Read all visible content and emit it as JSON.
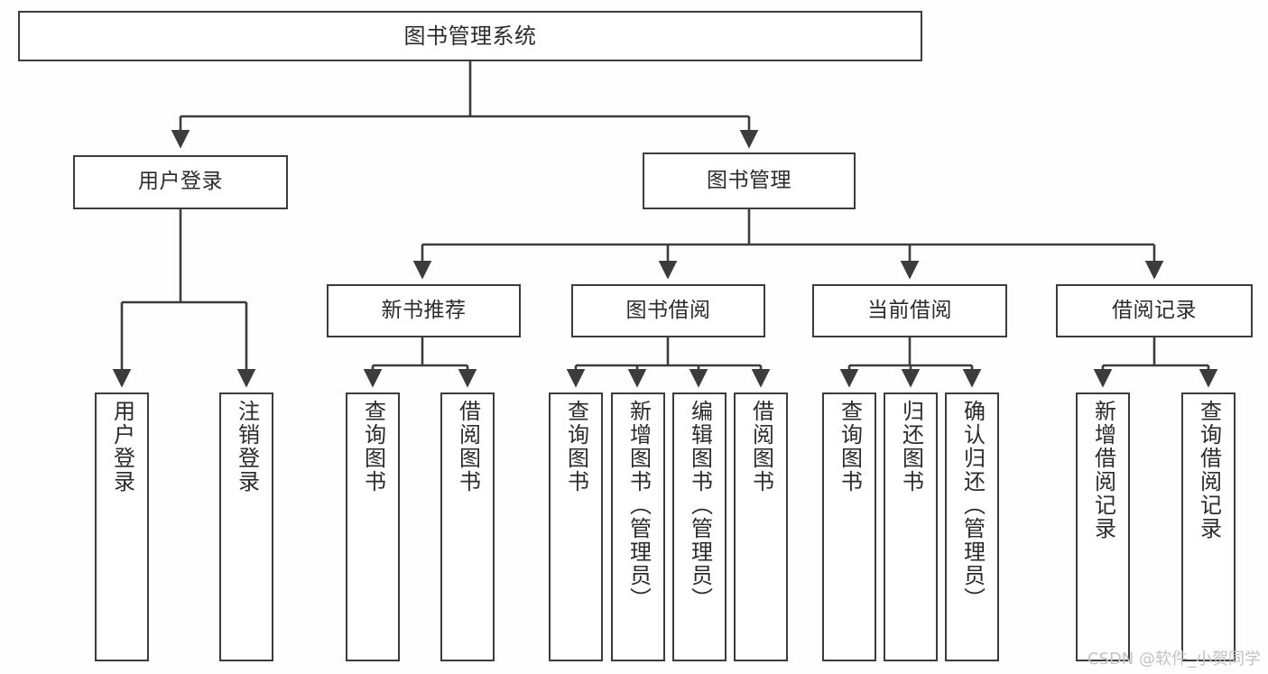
{
  "diagram": {
    "title": "图书管理系统",
    "type": "tree-hierarchy",
    "watermark": "CSDN @软件_小贺同学",
    "colors": {
      "line": "#3c3c3c",
      "box_border": "#3c3c3c",
      "box_fill": "#ffffff",
      "text": "#2b2b2b",
      "background": "#fefefe",
      "watermark": "#c2c2c2"
    },
    "nodes": {
      "root": {
        "label": "图书管理系统"
      },
      "level2": [
        {
          "label": "用户登录"
        },
        {
          "label": "图书管理"
        }
      ],
      "level3": [
        {
          "label": "新书推荐"
        },
        {
          "label": "图书借阅"
        },
        {
          "label": "当前借阅"
        },
        {
          "label": "借阅记录"
        }
      ],
      "leaves": {
        "user_login": [
          {
            "label": "用户登录"
          },
          {
            "label": "注销登录"
          }
        ],
        "new_book_recommend": [
          {
            "label": "查询图书"
          },
          {
            "label": "借阅图书"
          }
        ],
        "book_borrow": [
          {
            "label": "查询图书"
          },
          {
            "label": "新增图书（管理员）"
          },
          {
            "label": "编辑图书（管理员）"
          },
          {
            "label": "借阅图书"
          }
        ],
        "current_borrow": [
          {
            "label": "查询图书"
          },
          {
            "label": "归还图书"
          },
          {
            "label": "确认归还（管理员）"
          }
        ],
        "borrow_record": [
          {
            "label": "新增借阅记录"
          },
          {
            "label": "查询借阅记录"
          }
        ]
      }
    }
  }
}
